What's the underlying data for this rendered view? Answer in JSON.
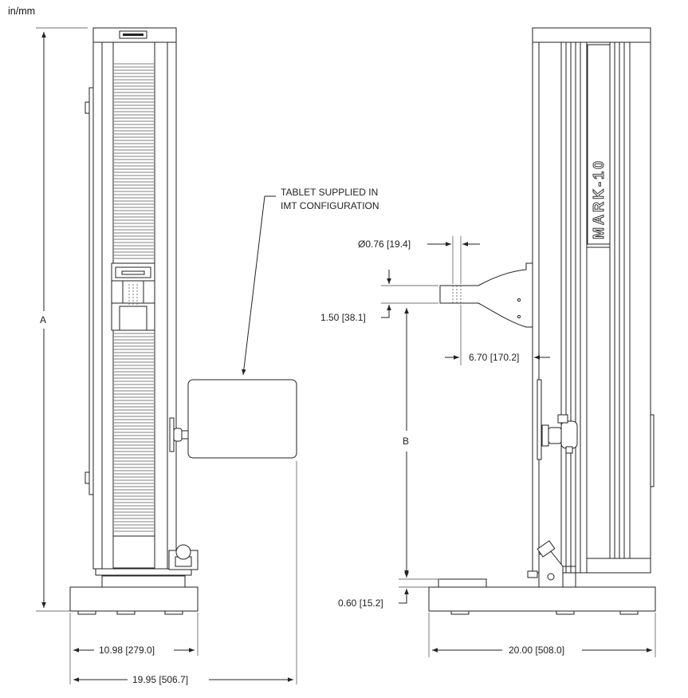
{
  "units_label": "in/mm",
  "callout": {
    "line1": "TABLET SUPPLIED IN",
    "line2": "IMT CONFIGURATION"
  },
  "dimensions": {
    "height_total": "A",
    "travel": "B",
    "diameter": "Ø0.76 [19.4]",
    "mount_height": "1.50 [38.1]",
    "throat": "6.70 [170.2]",
    "base_gap": "0.60 [15.2]",
    "front_width": "10.98 [279.0]",
    "front_width_tablet": "19.95 [506.7]",
    "side_depth": "20.00 [508.0]"
  },
  "brand_logo": "MARK-10"
}
